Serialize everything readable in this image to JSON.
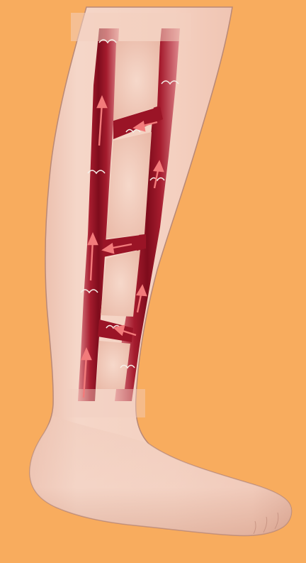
{
  "diagram": {
    "subject": "leg-vein-circulation",
    "colors": {
      "background": "#f8ac5e",
      "skin": "#f2cfc0",
      "skin_shadow": "#d9a796",
      "vein_dark": "#8e1020",
      "vein_mid": "#b52538",
      "vein_light": "#d9707a",
      "arrow": "#f07070",
      "valve": "#f4eee8"
    },
    "elements": {
      "leg": "leg-outline",
      "deep_vein": "deep-vein",
      "superficial_vein": "superficial-vein",
      "perforators": [
        "perforator-vein-upper",
        "perforator-vein-middle",
        "perforator-vein-lower"
      ],
      "flow_direction": "upward-and-inward"
    }
  }
}
